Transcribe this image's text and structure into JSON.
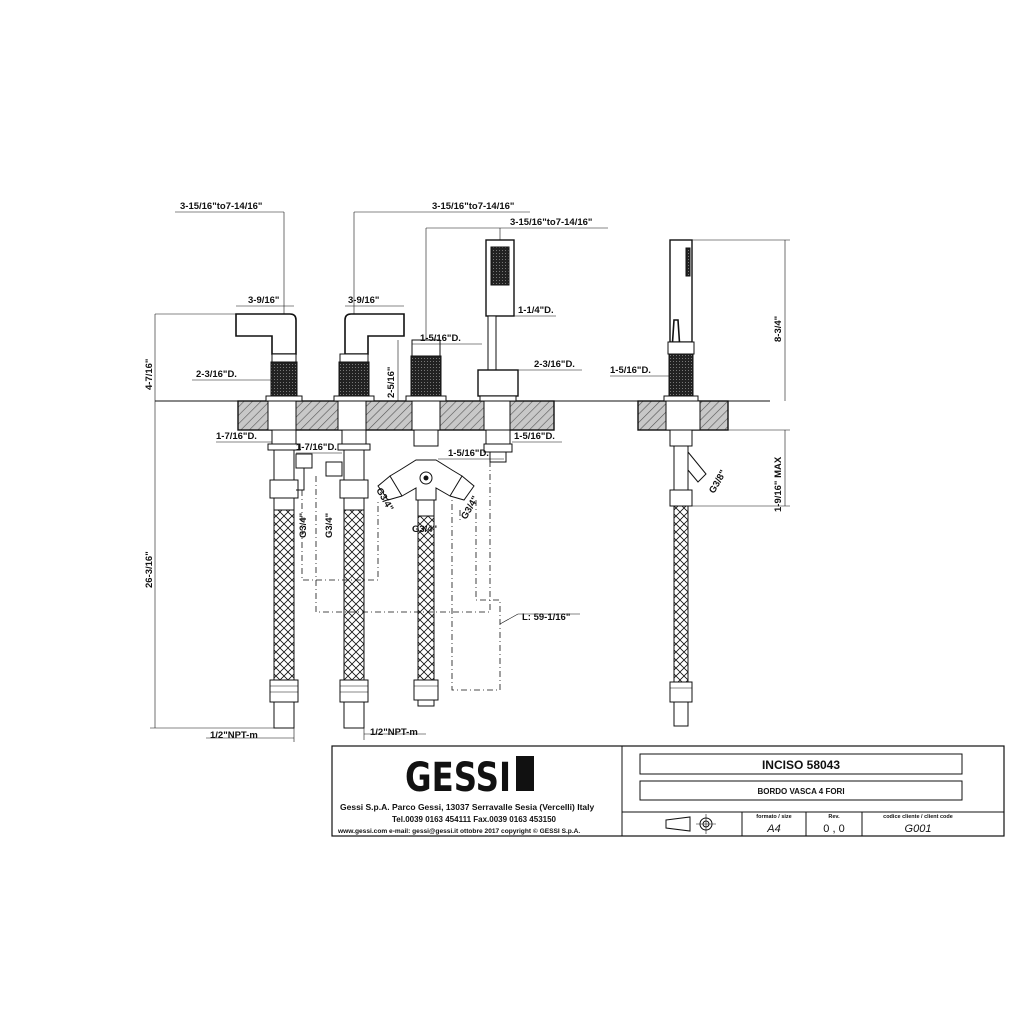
{
  "dimensions": {
    "spread_top_left": "3-15/16\"to7-14/16\"",
    "spread_top_right": "3-15/16\"to7-14/16\"",
    "spread_third": "3-15/16\"to7-14/16\"",
    "handle_width_1": "3-9/16\"",
    "handle_width_2": "3-9/16\"",
    "spout_diam": "1-1/4\"D.",
    "knob_diam": "1-5/16\"D.",
    "valve_diam_left": "2-3/16\"D.",
    "valve_diam_right": "2-3/16\"D.",
    "height_above_deck": "4-7/16\"",
    "knob_height": "2-5/16\"",
    "shank_left": "1-7/16\"D.",
    "shank_mid": "1-7/16\"D.",
    "shank_center": "1-5/16\"D.",
    "shank_right": "1-5/16\"D.",
    "thread_1": "G3/4\"",
    "thread_2": "G3/4\"",
    "thread_3": "G3/4\"",
    "thread_4": "G3/4\"",
    "thread_5": "G3/4\"",
    "hose_length": "L: 59-1/16\"",
    "total_below_deck": "26-3/16\"",
    "npt_left": "1/2\"NPT-m",
    "npt_mid": "1/2\"NPT-m",
    "side_height": "8-3/4\"",
    "side_knob_diam": "1-5/16\"D.",
    "side_thread": "G3/8\"",
    "side_max": "1-9/16\" MAX"
  },
  "title_block": {
    "brand": "GESSI",
    "company_line": "Gessi S.p.A. Parco Gessi, 13037 Serravalle Sesia (Vercelli) Italy",
    "phone_line": "Tel.0039  0163  454111  Fax.0039  0163  453150",
    "web_line": "www.gessi.com  e-mail: gessi@gessi.it   ottobre  2017   copyright © GESSI  S.p.A.",
    "product_name": "INCISO  58043",
    "description": "BORDO VASCA 4 FORI",
    "format_label": "formato / size",
    "format_value": "A4",
    "rev_label": "Rev.",
    "rev_value": "0 , 0",
    "client_label": "codice cliente / client code",
    "client_value": "G001"
  },
  "icons": [
    "projection-symbol-icon"
  ]
}
